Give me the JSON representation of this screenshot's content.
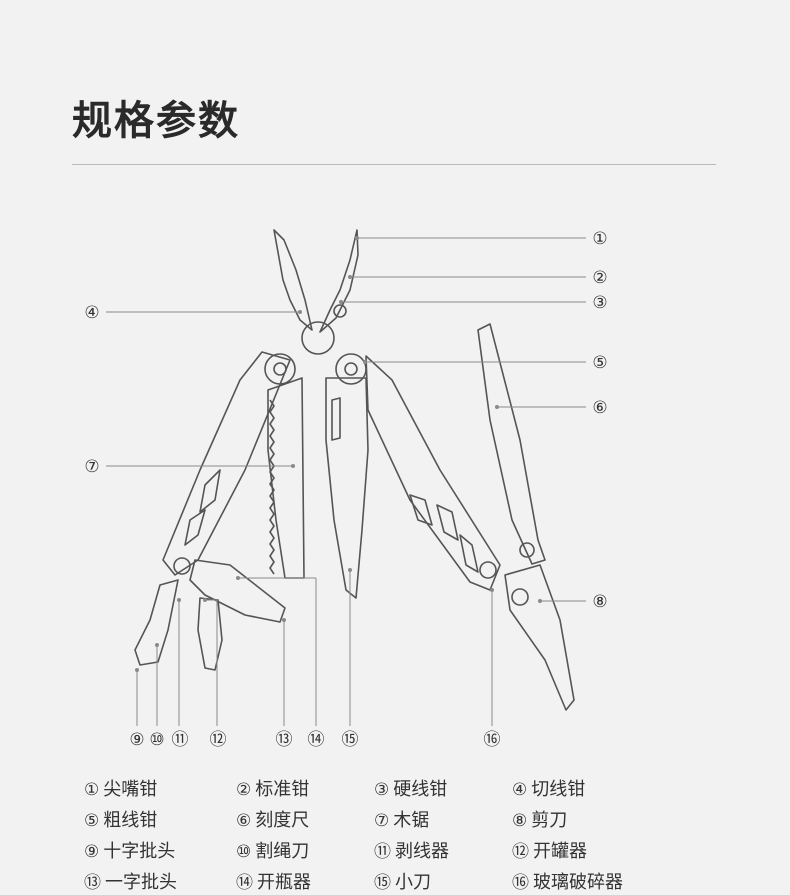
{
  "title": "规格参数",
  "callouts": [
    "①",
    "②",
    "③",
    "④",
    "⑤",
    "⑥",
    "⑦",
    "⑧",
    "⑨",
    "⑩",
    "⑪",
    "⑫",
    "⑬",
    "⑭",
    "⑮",
    "⑯"
  ],
  "legend": [
    {
      "num": "①",
      "label": "尖嘴钳"
    },
    {
      "num": "②",
      "label": "标准钳"
    },
    {
      "num": "③",
      "label": "硬线钳"
    },
    {
      "num": "④",
      "label": "切线钳"
    },
    {
      "num": "⑤",
      "label": "粗线钳"
    },
    {
      "num": "⑥",
      "label": "刻度尺"
    },
    {
      "num": "⑦",
      "label": "木锯"
    },
    {
      "num": "⑧",
      "label": "剪刀"
    },
    {
      "num": "⑨",
      "label": "十字批头"
    },
    {
      "num": "⑩",
      "label": "割绳刀"
    },
    {
      "num": "⑪",
      "label": "剥线器"
    },
    {
      "num": "⑫",
      "label": "开罐器"
    },
    {
      "num": "⑬",
      "label": "一字批头"
    },
    {
      "num": "⑭",
      "label": "开瓶器"
    },
    {
      "num": "⑮",
      "label": "小刀"
    },
    {
      "num": "⑯",
      "label": "玻璃破碎器"
    }
  ],
  "colors": {
    "background": "#f2f2f2",
    "line": "#8a8a8a",
    "tool_stroke": "#555555"
  }
}
